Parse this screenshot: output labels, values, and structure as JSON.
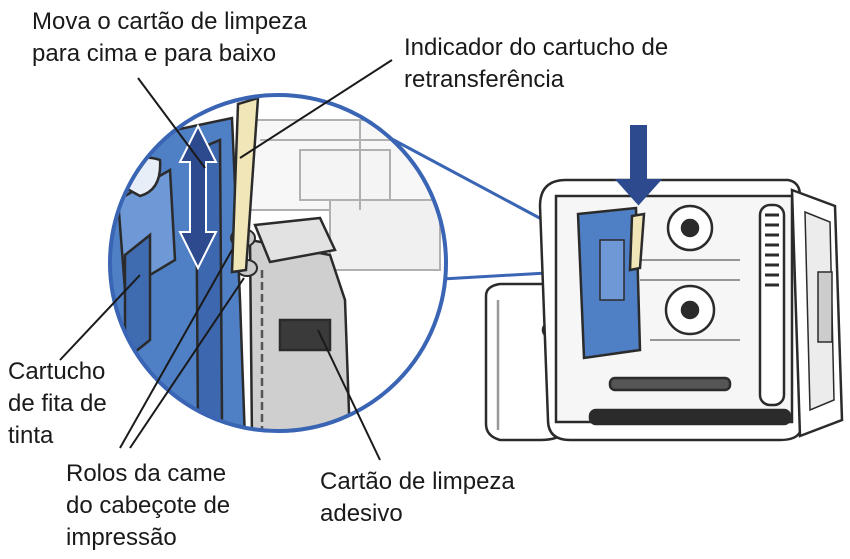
{
  "labels": {
    "move_card": [
      "Mova o cartão de limpeza",
      "para cima e para baixo"
    ],
    "retransfer_indicator": [
      "Indicador do cartucho de",
      "retransferência"
    ],
    "ink_ribbon_cartridge": [
      "Cartucho",
      "de fita de",
      "tinta"
    ],
    "printhead_cam_rollers": [
      "Rolos da came",
      "do cabeçote de",
      "impressão"
    ],
    "adhesive_cleaning_card": [
      "Cartão de limpeza",
      "adesivo"
    ]
  },
  "colors": {
    "cartridge_blue": "#4f7fc4",
    "arrow_blue": "#2d4a8f",
    "outline": "#2b2b2b",
    "card_yellow": "#f1e6b8",
    "zoom_ring": "#3a64b4",
    "text": "#1a1a1a"
  },
  "icons": {
    "move_arrow": "double-headed-vertical-arrow-icon",
    "insert_arrow": "down-arrow-icon"
  }
}
